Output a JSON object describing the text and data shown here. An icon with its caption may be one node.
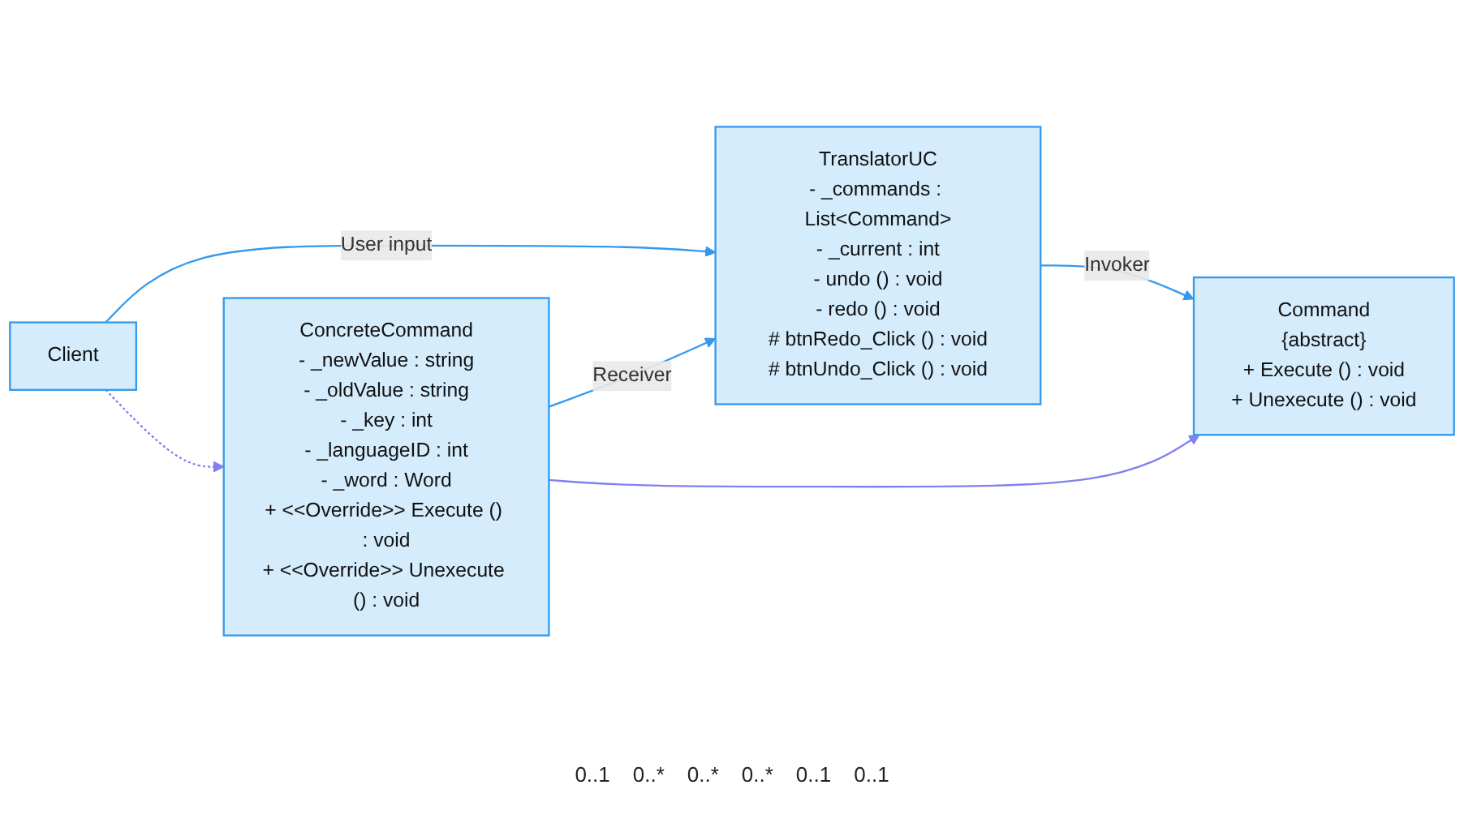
{
  "diagram": {
    "nodes": [
      {
        "text": [
          "TranslatorUC",
          "- _commands : List<Command>",
          "- _current : int",
          "- undo () : void",
          "- redo () : void",
          "# btnRedo_Click () : void",
          "# btnUndo_Click () : void"
        ]
      },
      {
        "text": [
          "Command",
          "{abstract}",
          "+ Execute () : void",
          "+ Unexecute () : void"
        ]
      },
      {
        "text": [
          "Client"
        ]
      },
      {
        "text": [
          "ConcreteCommand",
          "- _newValue : string",
          "- _oldValue : string",
          "- _key : int",
          "- _languageID : int",
          "- _word : Word",
          "+ <<Override>> Execute () : void",
          "+ <<Override>> Unexecute () : void"
        ]
      }
    ],
    "edges": [
      {
        "from": 0,
        "to": 1,
        "arrow": "to",
        "label": "Invoker"
      },
      {
        "from": 2,
        "to": 0,
        "arrow": "to",
        "label": "User input"
      },
      {
        "from": 3,
        "to": 0,
        "arrow": "to",
        "label": "Receiver"
      },
      {
        "from": 3,
        "to": 1,
        "arrow": "to",
        "color": "#8080f0"
      },
      {
        "from": 2,
        "to": 3,
        "arrow": "to",
        "style": "dashed",
        "color": "#8080f0"
      }
    ],
    "labels": [
      "0..1",
      "0..*",
      "0..*",
      "0..*",
      "0..1",
      "0..1"
    ]
  }
}
